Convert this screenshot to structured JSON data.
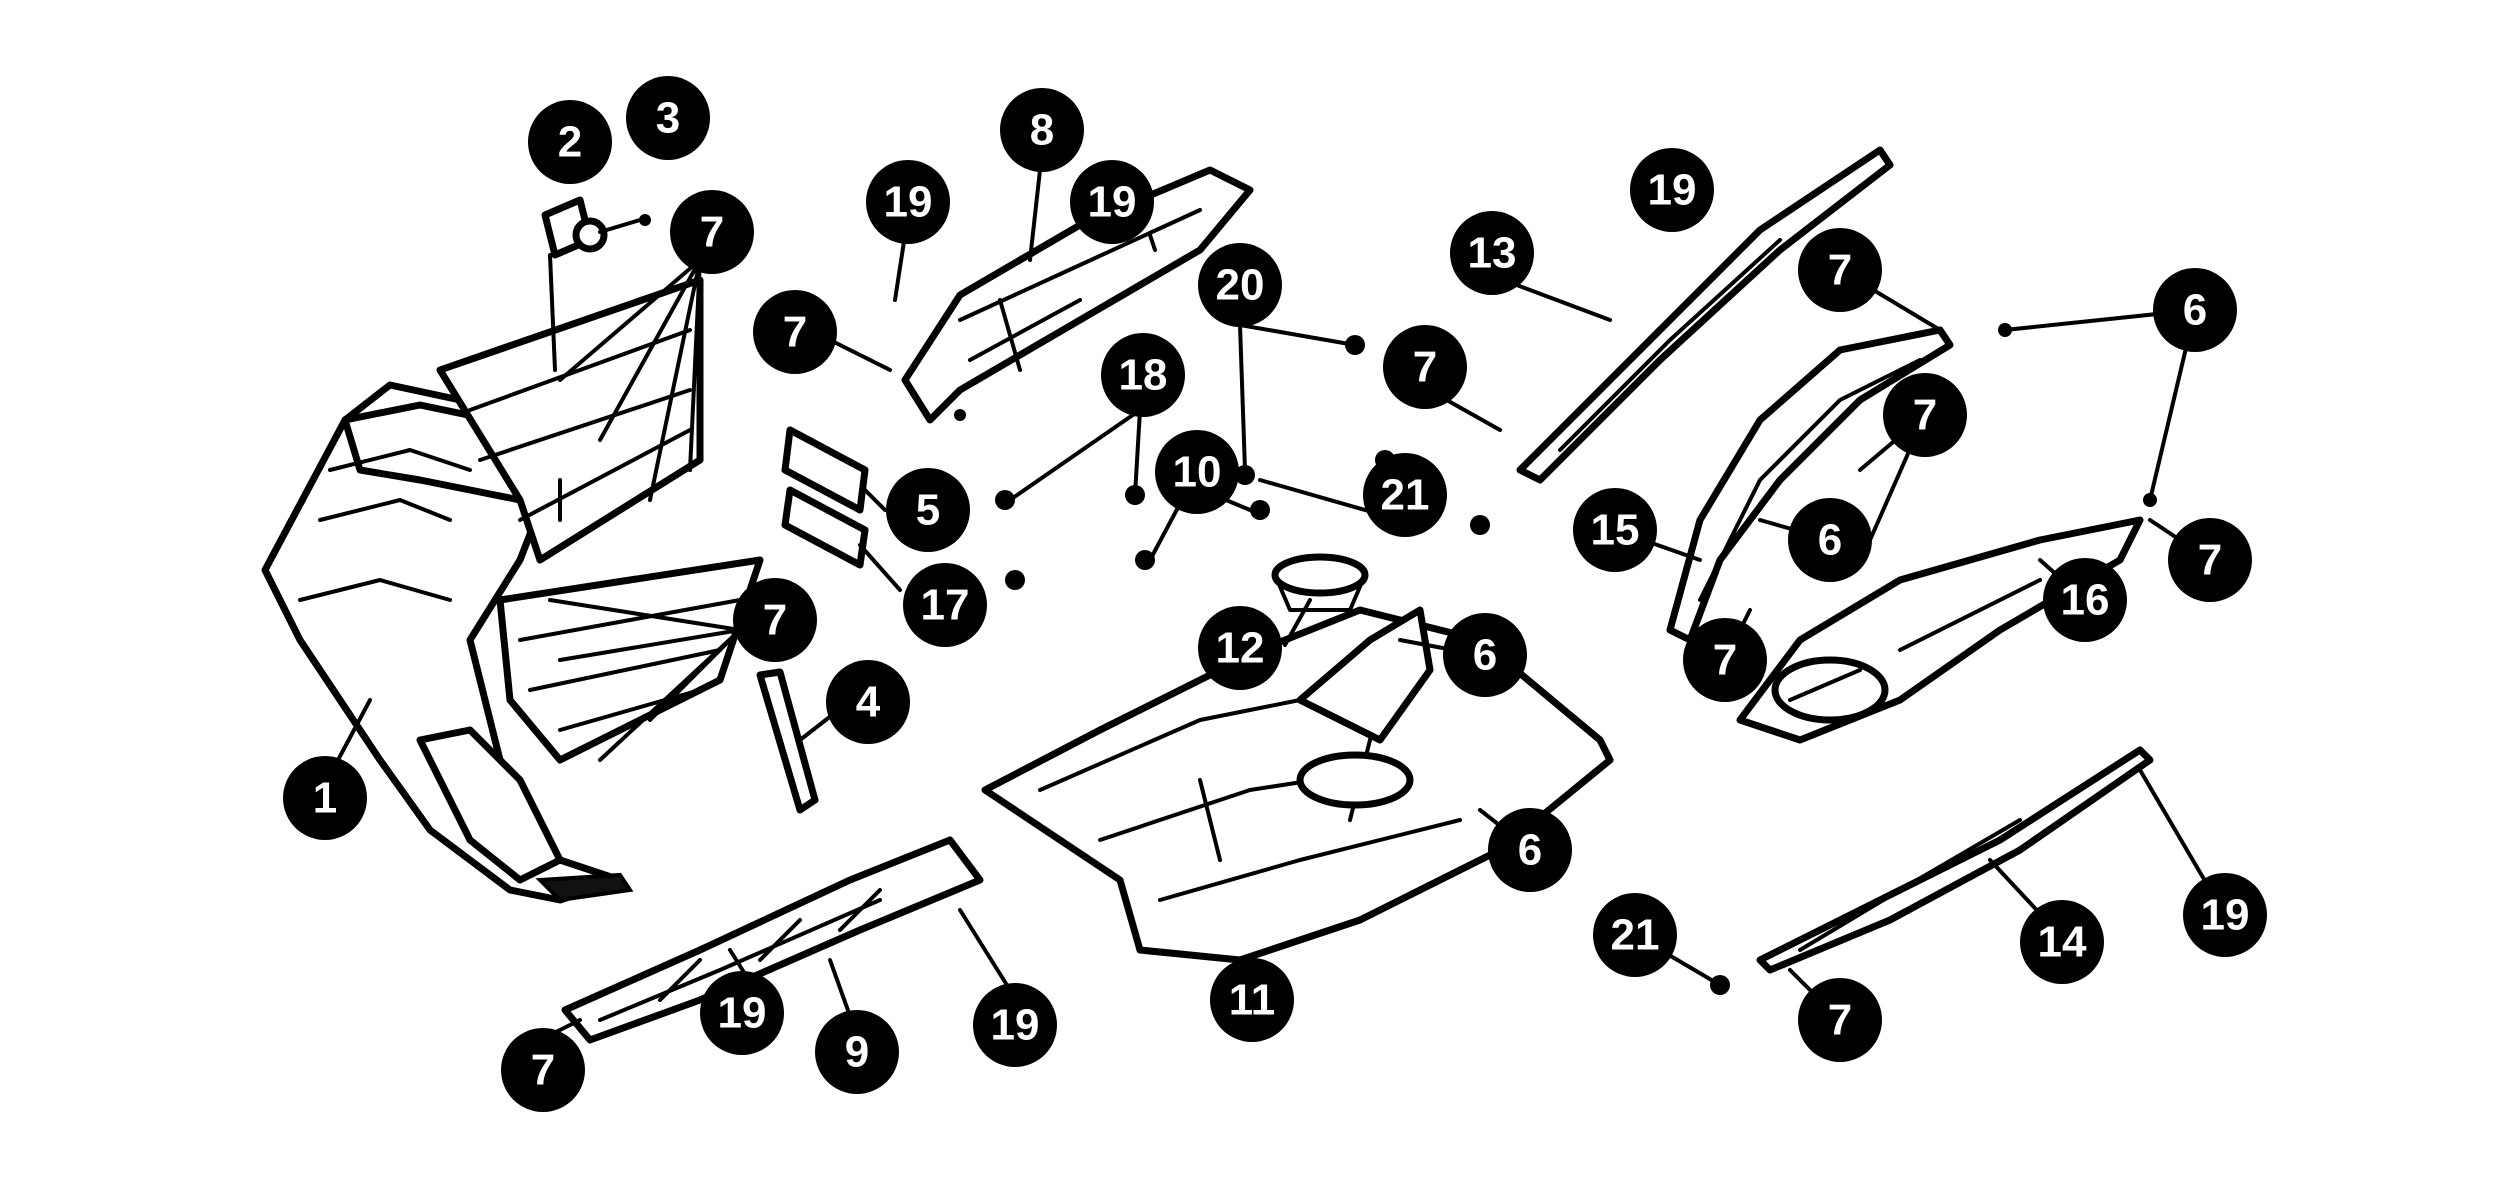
{
  "callouts": [
    "1",
    "2",
    "3",
    "4",
    "5",
    "6",
    "7",
    "8",
    "9",
    "10",
    "11",
    "12",
    "13",
    "14",
    "15",
    "16",
    "17",
    "18",
    "19",
    "20",
    "21"
  ],
  "colors": {
    "ink": "#000000",
    "paper": "#ffffff",
    "label_text": "#ffffff"
  }
}
